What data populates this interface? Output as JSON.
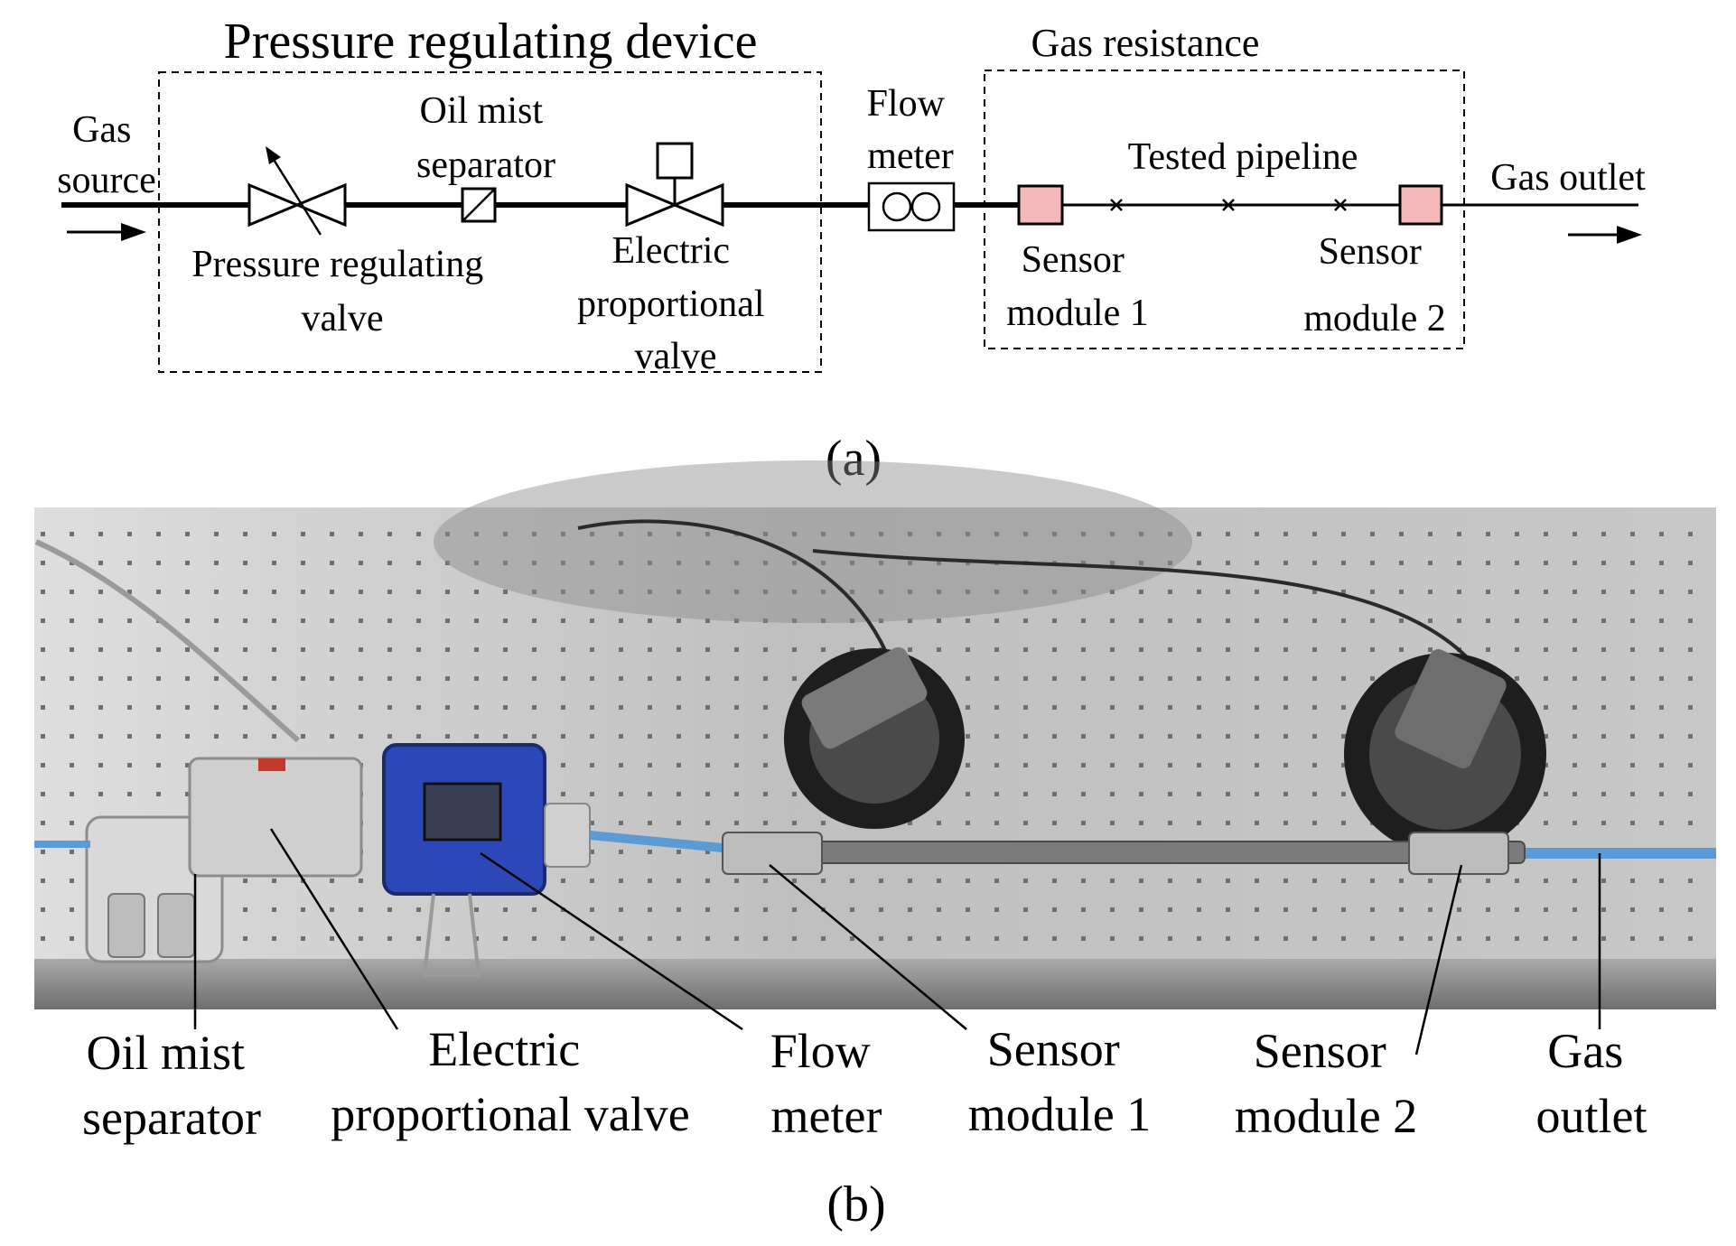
{
  "panel_a": {
    "label": "(a)",
    "pressure_device_title": "Pressure regulating device",
    "gas_resistance_title": "Gas resistance",
    "gas_source": [
      "Gas",
      "source"
    ],
    "oil_mist_separator": [
      "Oil mist",
      "separator"
    ],
    "pressure_regulating_valve": [
      "Pressure regulating",
      "valve"
    ],
    "electric_proportional_valve": [
      "Electric",
      "proportional",
      "valve"
    ],
    "flow_meter": [
      "Flow",
      "meter"
    ],
    "tested_pipeline": "Tested pipeline",
    "sensor_module_1": [
      "Sensor",
      "module 1"
    ],
    "sensor_module_2": [
      "Sensor",
      "module 2"
    ],
    "gas_outlet": "Gas outlet",
    "sensor_fill_color": "#f4b8b8"
  },
  "panel_b": {
    "label": "(b)",
    "callouts": [
      [
        "Oil mist",
        "separator"
      ],
      [
        "Electric",
        "proportional valve"
      ],
      [
        "Flow",
        "meter"
      ],
      [
        "Sensor",
        "module 1"
      ],
      [
        "Sensor",
        "module 2"
      ],
      [
        "Gas",
        "outlet"
      ]
    ],
    "colors": {
      "board": "#c9c9c9",
      "flow_meter_body": "#2b47b8",
      "tube": "#5b9bd5"
    }
  }
}
